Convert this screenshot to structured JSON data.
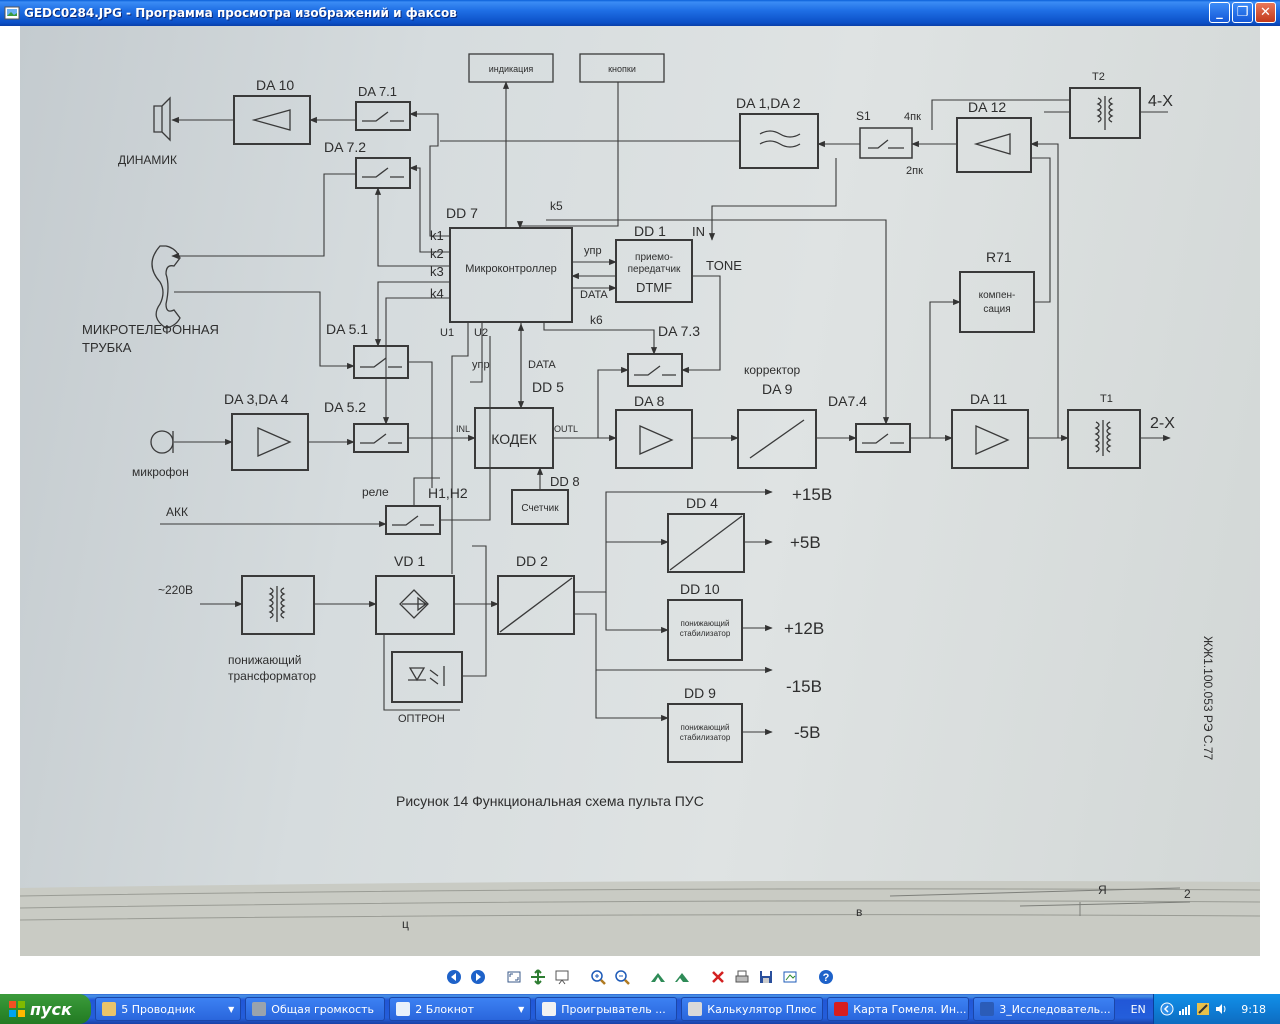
{
  "window": {
    "title": "GEDC0284.JPG - Программа просмотра изображений и факсов",
    "minimize_icon": "minimize-icon",
    "maximize_icon": "maximize-icon",
    "close_icon": "close-icon"
  },
  "schematic": {
    "boxes": {
      "indication": "индикация",
      "buttons": "кнопки",
      "mcu": "Микроконтроллер",
      "dtmf_top": "приемо-",
      "dtmf_mid": "передатчик",
      "dtmf_bot": "DTMF",
      "codec": "КОДЕК",
      "counter": "Счетчик",
      "comp_top": "компен-",
      "comp_bot": "сация",
      "stab_top": "понижающий",
      "stab_bot": "стабилизатор",
      "stab9_top": "понижающий",
      "stab9_bot": "стабилизатор"
    },
    "labels": {
      "da10": "DA 10",
      "da71": "DA 7.1",
      "da72": "DA 7.2",
      "dynamic": "ДИНАМИК",
      "dd7": "DD 7",
      "k1": "k1",
      "k2": "k2",
      "k3": "k3",
      "k4": "k4",
      "k5": "k5",
      "k6": "k6",
      "upr1": "упр",
      "data1": "DATA",
      "dd1": "DD 1",
      "in": "IN",
      "tone": "TONE",
      "da1da2": "DA 1,DA 2",
      "s1": "S1",
      "pk4": "4пк",
      "pk2": "2пк",
      "da12": "DA 12",
      "t2": "T2",
      "x4": "4-X",
      "r71": "R71",
      "handset1": "МИКРОТЕЛЕФОННАЯ",
      "handset2": "ТРУБКА",
      "da51": "DA 5.1",
      "u1": "U1",
      "u2": "U2",
      "upr2": "упр",
      "data2": "DATA",
      "dd5": "DD 5",
      "da73": "DA 7.3",
      "corrector": "корректор",
      "da9": "DA 9",
      "da3da4": "DA 3,DA 4",
      "da52": "DA 5.2",
      "inl": "INL",
      "outl": "OUTL",
      "da8": "DA 8",
      "da74": "DA7.4",
      "da11": "DA 11",
      "t1": "T1",
      "x2": "2-X",
      "mic": "микрофон",
      "dd8": "DD 8",
      "rele": "реле",
      "h1h2": "H1,H2",
      "akk": "АКК",
      "dd4": "DD 4",
      "v15p": "+15В",
      "v5p": "+5В",
      "vd1": "VD 1",
      "dd2": "DD 2",
      "dd10": "DD 10",
      "v12p": "+12В",
      "v220": "~220В",
      "trans1": "понижающий",
      "trans2": "трансформатор",
      "optron": "ОПТРОН",
      "v15m": "-15В",
      "dd9": "DD 9",
      "v5m": "-5В",
      "caption": "Рисунок 14   Функциональная схема пульта ПУС",
      "side": "ЖЖ1.100.053 РЭ   С.77",
      "ya": "Я",
      "two": "2",
      "ts": "ц",
      "v": "в"
    }
  },
  "toolbar": {
    "buttons": [
      "prev-image-icon",
      "next-image-icon",
      "best-fit-icon",
      "actual-size-icon",
      "slideshow-icon",
      "zoom-in-icon",
      "zoom-out-icon",
      "rotate-cw-icon",
      "rotate-ccw-icon",
      "delete-icon",
      "print-icon",
      "save-icon",
      "edit-icon",
      "help-icon"
    ]
  },
  "taskbar": {
    "start": "пуск",
    "tasks": [
      {
        "label": "5 Проводник",
        "width": 146,
        "color": "#e9c46a",
        "arrow": true
      },
      {
        "label": "Общая громкость",
        "width": 140,
        "color": "#9aa3ad",
        "arrow": false
      },
      {
        "label": "2 Блокнот",
        "width": 142,
        "color": "#e8f1fb",
        "arrow": true
      },
      {
        "label": "Проигрыватель ...",
        "width": 142,
        "color": "#f2f2f2",
        "arrow": false
      },
      {
        "label": "Калькулятор Плюс",
        "width": 142,
        "color": "#d9d9d9",
        "arrow": false
      },
      {
        "label": "Карта Гомеля. Ин...",
        "width": 142,
        "color": "#d81e1e",
        "arrow": false
      },
      {
        "label": "3_Исследователь...",
        "width": 142,
        "color": "#2b5cb8",
        "arrow": false
      }
    ],
    "lang": "EN",
    "clock": "9:18"
  }
}
